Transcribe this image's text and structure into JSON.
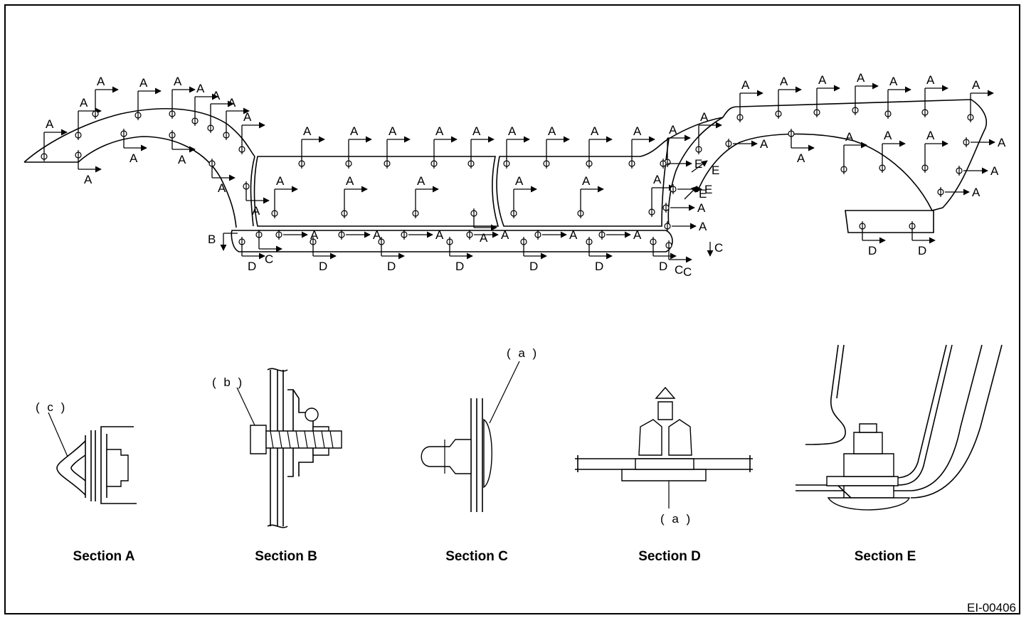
{
  "figure_code": "EI-00406",
  "clip_types": [
    "A",
    "B",
    "C",
    "D",
    "E"
  ],
  "sections": [
    {
      "id": "section-a",
      "label": "Section A",
      "callout": "( c )"
    },
    {
      "id": "section-b",
      "label": "Section B",
      "callout": "( b )"
    },
    {
      "id": "section-c",
      "label": "Section C",
      "callout": "( a )"
    },
    {
      "id": "section-d",
      "label": "Section D",
      "callout": "( a )"
    },
    {
      "id": "section-e",
      "label": "Section E",
      "callout": ""
    }
  ]
}
